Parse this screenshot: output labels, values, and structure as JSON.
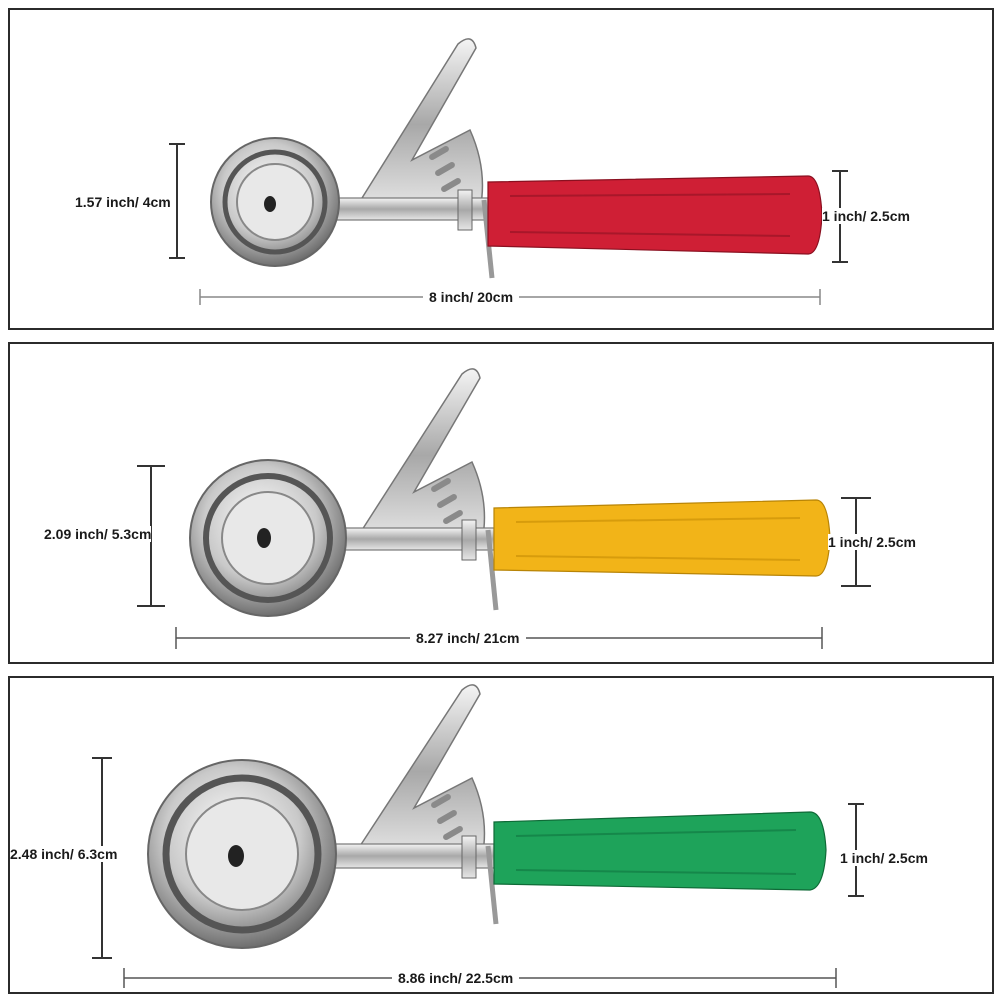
{
  "scoops": [
    {
      "handle_color": "#cf1f35",
      "diameter": "1.57 inch/ 4cm",
      "handle_width": "1 inch/ 2.5cm",
      "length": "8 inch/ 20cm"
    },
    {
      "handle_color": "#f2b418",
      "diameter": "2.09 inch/ 5.3cm",
      "handle_width": "1 inch/ 2.5cm",
      "length": "8.27 inch/ 21cm"
    },
    {
      "handle_color": "#1ea35a",
      "diameter": "2.48 inch/ 6.3cm",
      "handle_width": "1 inch/ 2.5cm",
      "length": "8.86 inch/ 22.5cm"
    }
  ]
}
